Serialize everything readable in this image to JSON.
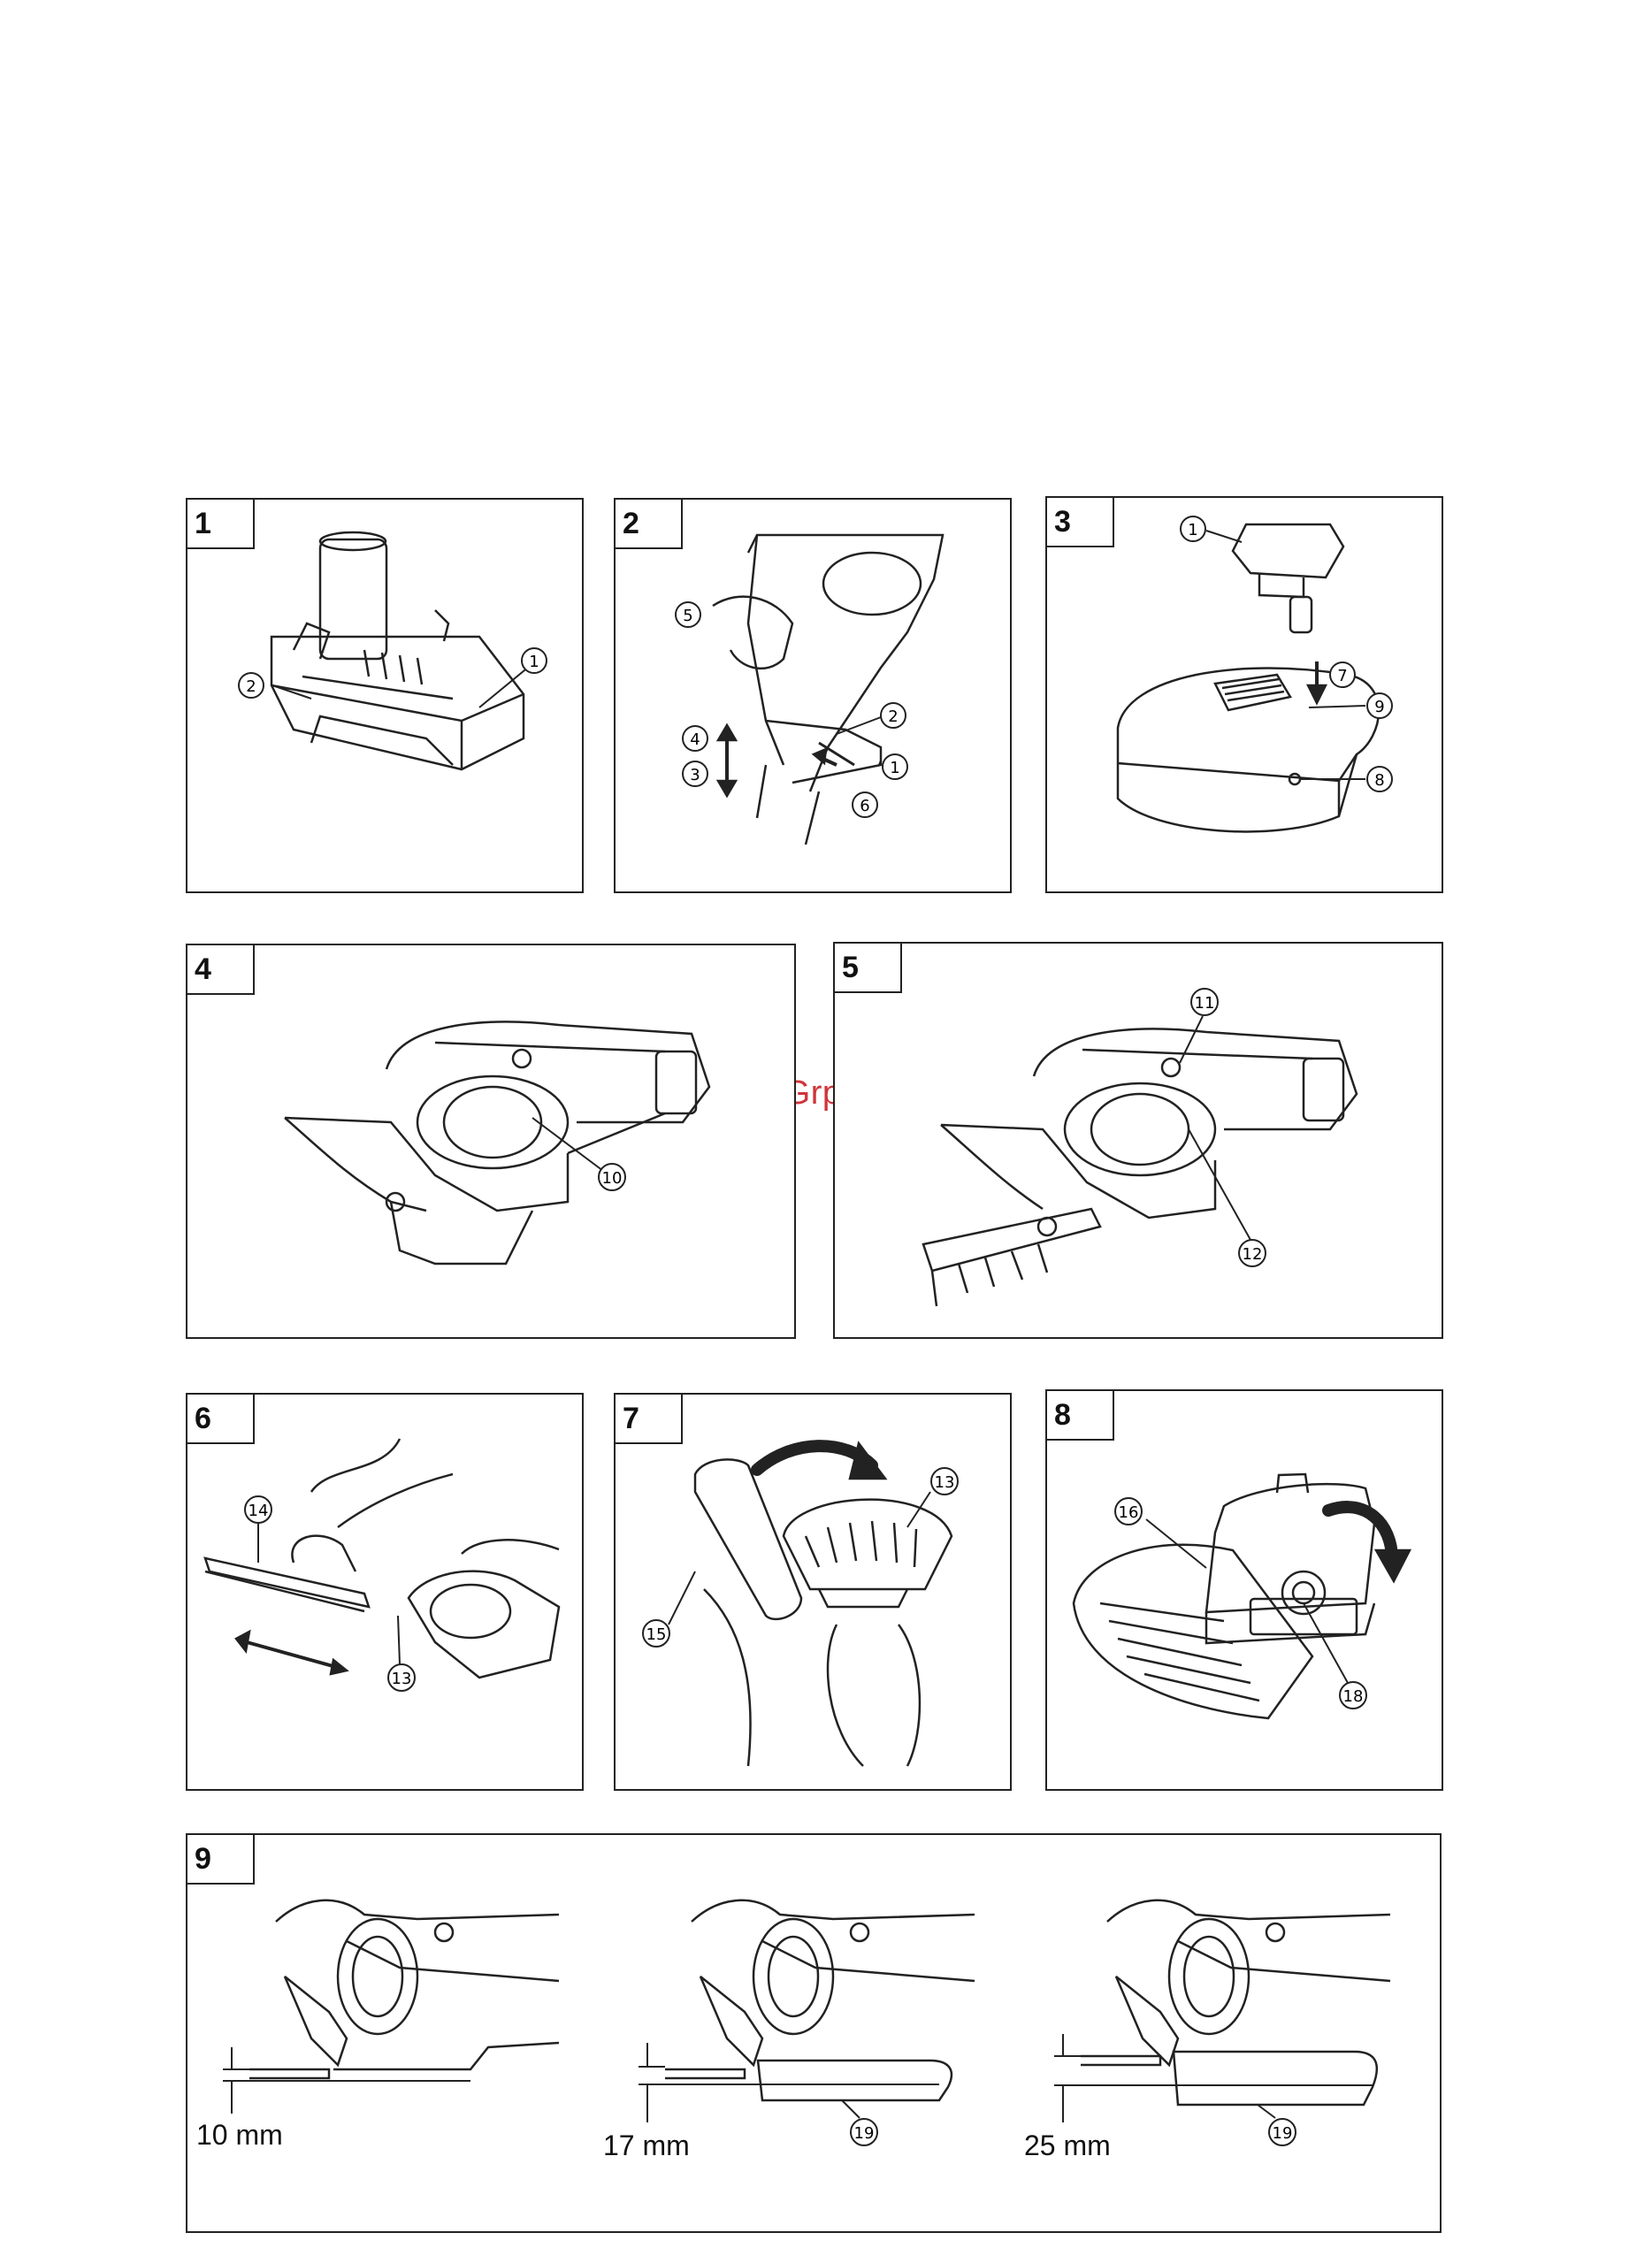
{
  "watermark": "McGrp.Ru",
  "figures": [
    {
      "number": "1",
      "callouts": [
        "1",
        "2"
      ]
    },
    {
      "number": "2",
      "callouts": [
        "5",
        "2",
        "4",
        "1",
        "3",
        "6"
      ]
    },
    {
      "number": "3",
      "callouts": [
        "1",
        "7",
        "9",
        "8"
      ]
    },
    {
      "number": "4",
      "callouts": [
        "10"
      ]
    },
    {
      "number": "5",
      "callouts": [
        "11",
        "12"
      ]
    },
    {
      "number": "6",
      "callouts": [
        "14",
        "13"
      ]
    },
    {
      "number": "7",
      "callouts": [
        "13",
        "15"
      ]
    },
    {
      "number": "8",
      "callouts": [
        "16",
        "18"
      ]
    },
    {
      "number": "9",
      "callouts": [
        "19",
        "19"
      ]
    }
  ],
  "heights": [
    "10 mm",
    "17 mm",
    "25 mm"
  ],
  "colors": {
    "line": "#222222",
    "watermark": "#d0343a"
  }
}
